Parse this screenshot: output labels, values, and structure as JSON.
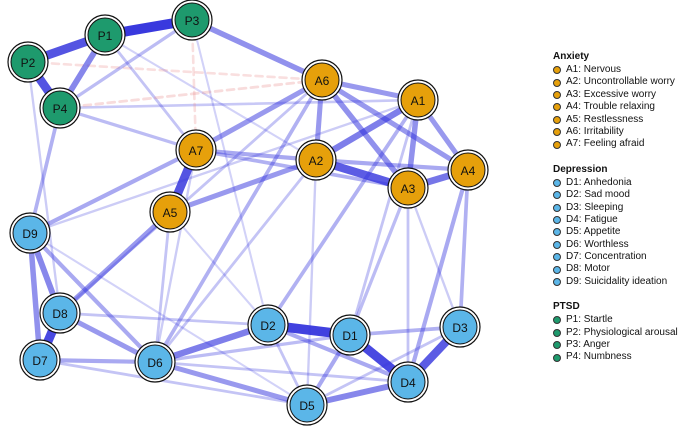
{
  "colors": {
    "anxiety": "#E6A00B",
    "depression": "#5BB6E8",
    "ptsd": "#1E9A6D",
    "positive_edge": "#3333DD",
    "negative_edge": "#E88888"
  },
  "nodes": [
    {
      "id": "P1",
      "label": "P1",
      "group": "ptsd"
    },
    {
      "id": "P2",
      "label": "P2",
      "group": "ptsd"
    },
    {
      "id": "P3",
      "label": "P3",
      "group": "ptsd"
    },
    {
      "id": "P4",
      "label": "P4",
      "group": "ptsd"
    },
    {
      "id": "A1",
      "label": "A1",
      "group": "anxiety"
    },
    {
      "id": "A2",
      "label": "A2",
      "group": "anxiety"
    },
    {
      "id": "A3",
      "label": "A3",
      "group": "anxiety"
    },
    {
      "id": "A4",
      "label": "A4",
      "group": "anxiety"
    },
    {
      "id": "A5",
      "label": "A5",
      "group": "anxiety"
    },
    {
      "id": "A6",
      "label": "A6",
      "group": "anxiety"
    },
    {
      "id": "A7",
      "label": "A7",
      "group": "anxiety"
    },
    {
      "id": "D1",
      "label": "D1",
      "group": "depression"
    },
    {
      "id": "D2",
      "label": "D2",
      "group": "depression"
    },
    {
      "id": "D3",
      "label": "D3",
      "group": "depression"
    },
    {
      "id": "D4",
      "label": "D4",
      "group": "depression"
    },
    {
      "id": "D5",
      "label": "D5",
      "group": "depression"
    },
    {
      "id": "D6",
      "label": "D6",
      "group": "depression"
    },
    {
      "id": "D7",
      "label": "D7",
      "group": "depression"
    },
    {
      "id": "D8",
      "label": "D8",
      "group": "depression"
    },
    {
      "id": "D9",
      "label": "D9",
      "group": "depression"
    }
  ],
  "edges": [
    {
      "a": "P1",
      "b": "P3",
      "w": 1.0
    },
    {
      "a": "P1",
      "b": "P2",
      "w": 0.85
    },
    {
      "a": "P2",
      "b": "P4",
      "w": 0.85
    },
    {
      "a": "P1",
      "b": "P4",
      "w": 0.55
    },
    {
      "a": "P3",
      "b": "A6",
      "w": 0.5
    },
    {
      "a": "P3",
      "b": "P4",
      "w": 0.25
    },
    {
      "a": "P1",
      "b": "A7",
      "w": 0.2
    },
    {
      "a": "P4",
      "b": "A7",
      "w": 0.25
    },
    {
      "a": "P4",
      "b": "D9",
      "w": 0.3
    },
    {
      "a": "P2",
      "b": "D8",
      "w": 0.15
    },
    {
      "a": "P3",
      "b": "D2",
      "w": 0.12
    },
    {
      "a": "P4",
      "b": "A1",
      "w": 0.18
    },
    {
      "a": "P2",
      "b": "A6",
      "w": -0.18
    },
    {
      "a": "P3",
      "b": "A7",
      "w": -0.18
    },
    {
      "a": "P4",
      "b": "A6",
      "w": -0.2
    },
    {
      "a": "P1",
      "b": "A2",
      "w": 0.12
    },
    {
      "a": "A7",
      "b": "A5",
      "w": 0.85
    },
    {
      "a": "A7",
      "b": "A6",
      "w": 0.45
    },
    {
      "a": "A7",
      "b": "A2",
      "w": 0.35
    },
    {
      "a": "A7",
      "b": "D9",
      "w": 0.35
    },
    {
      "a": "A7",
      "b": "A3",
      "w": 0.3
    },
    {
      "a": "A7",
      "b": "D6",
      "w": 0.15
    },
    {
      "a": "A6",
      "b": "A2",
      "w": 0.45
    },
    {
      "a": "A6",
      "b": "A1",
      "w": 0.45
    },
    {
      "a": "A6",
      "b": "A3",
      "w": 0.5
    },
    {
      "a": "A6",
      "b": "A4",
      "w": 0.45
    },
    {
      "a": "A6",
      "b": "D6",
      "w": 0.3
    },
    {
      "a": "A6",
      "b": "D8",
      "w": 0.2
    },
    {
      "a": "A1",
      "b": "A2",
      "w": 0.6
    },
    {
      "a": "A1",
      "b": "A3",
      "w": 0.5
    },
    {
      "a": "A1",
      "b": "A4",
      "w": 0.45
    },
    {
      "a": "A1",
      "b": "D2",
      "w": 0.3
    },
    {
      "a": "A1",
      "b": "D1",
      "w": 0.2
    },
    {
      "a": "A2",
      "b": "A3",
      "w": 0.8
    },
    {
      "a": "A2",
      "b": "A5",
      "w": 0.45
    },
    {
      "a": "A2",
      "b": "A4",
      "w": 0.35
    },
    {
      "a": "A2",
      "b": "D6",
      "w": 0.2
    },
    {
      "a": "A2",
      "b": "D5",
      "w": 0.15
    },
    {
      "a": "A3",
      "b": "A4",
      "w": 0.65
    },
    {
      "a": "A3",
      "b": "D1",
      "w": 0.25
    },
    {
      "a": "A3",
      "b": "D4",
      "w": 0.2
    },
    {
      "a": "A3",
      "b": "D3",
      "w": 0.15
    },
    {
      "a": "A4",
      "b": "D4",
      "w": 0.35
    },
    {
      "a": "A4",
      "b": "D3",
      "w": 0.3
    },
    {
      "a": "A5",
      "b": "D8",
      "w": 0.45
    },
    {
      "a": "A5",
      "b": "D6",
      "w": 0.2
    },
    {
      "a": "D9",
      "b": "D8",
      "w": 0.55
    },
    {
      "a": "D9",
      "b": "D7",
      "w": 0.5
    },
    {
      "a": "D9",
      "b": "D6",
      "w": 0.35
    },
    {
      "a": "D8",
      "b": "D7",
      "w": 0.9
    },
    {
      "a": "D8",
      "b": "D6",
      "w": 0.45
    },
    {
      "a": "D8",
      "b": "D2",
      "w": 0.2
    },
    {
      "a": "D7",
      "b": "D6",
      "w": 0.35
    },
    {
      "a": "D7",
      "b": "D5",
      "w": 0.2
    },
    {
      "a": "D6",
      "b": "D2",
      "w": 0.6
    },
    {
      "a": "D6",
      "b": "D5",
      "w": 0.45
    },
    {
      "a": "D6",
      "b": "D1",
      "w": 0.25
    },
    {
      "a": "D6",
      "b": "D4",
      "w": 0.2
    },
    {
      "a": "D2",
      "b": "D1",
      "w": 0.95
    },
    {
      "a": "D2",
      "b": "D4",
      "w": 0.35
    },
    {
      "a": "D2",
      "b": "D5",
      "w": 0.2
    },
    {
      "a": "D1",
      "b": "D4",
      "w": 0.9
    },
    {
      "a": "D1",
      "b": "D3",
      "w": 0.3
    },
    {
      "a": "D1",
      "b": "D5",
      "w": 0.35
    },
    {
      "a": "D4",
      "b": "D3",
      "w": 0.8
    },
    {
      "a": "D4",
      "b": "D5",
      "w": 0.55
    },
    {
      "a": "D3",
      "b": "D5",
      "w": 0.2
    },
    {
      "a": "D9",
      "b": "D5",
      "w": 0.12
    },
    {
      "a": "A5",
      "b": "D2",
      "w": 0.12
    },
    {
      "a": "A1",
      "b": "D9",
      "w": 0.15
    }
  ],
  "legend": [
    {
      "title": "Anxiety",
      "group": "anxiety",
      "items": [
        "A1: Nervous",
        "A2: Uncontrollable worry",
        "A3: Excessive worry",
        "A4: Trouble relaxing",
        "A5: Restlessness",
        "A6: Irritability",
        "A7: Feeling afraid"
      ]
    },
    {
      "title": "Depression",
      "group": "depression",
      "items": [
        "D1: Anhedonia",
        "D2: Sad mood",
        "D3: Sleeping",
        "D4: Fatigue",
        "D5: Appetite",
        "D6: Worthless",
        "D7: Concentration",
        "D8: Motor",
        "D9: Suicidality ideation"
      ]
    },
    {
      "title": "PTSD",
      "group": "ptsd",
      "items": [
        "P1: Startle",
        "P2: Physiological arousal",
        "P3: Anger",
        "P4: Numbness"
      ]
    }
  ]
}
